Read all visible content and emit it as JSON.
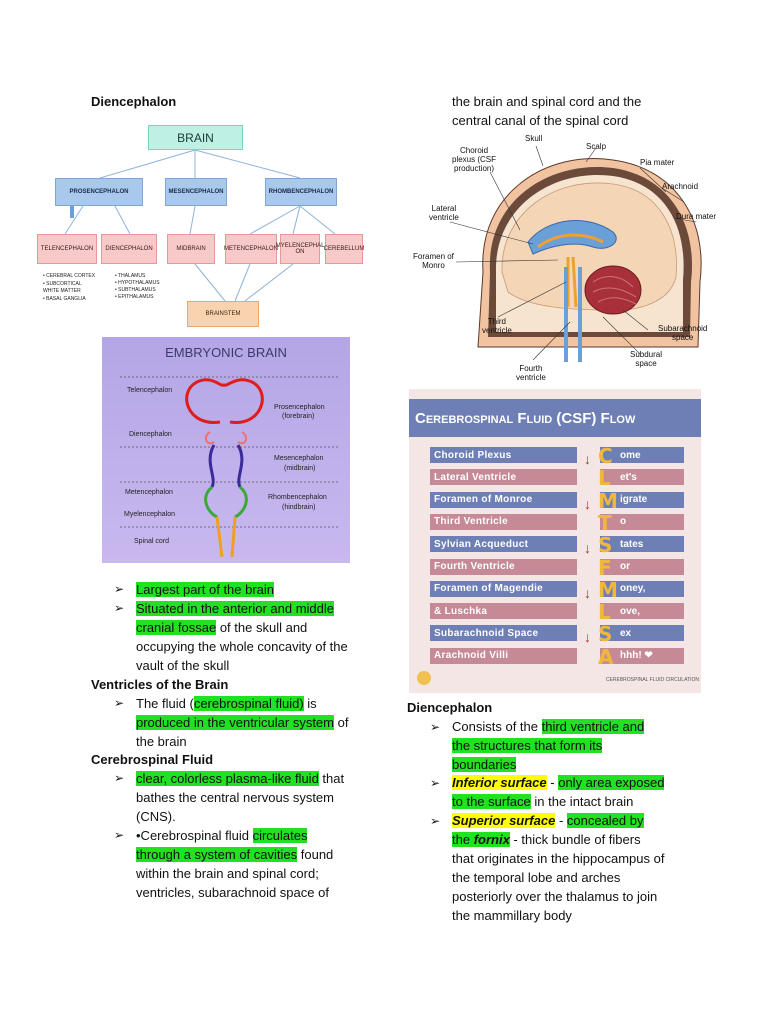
{
  "left": {
    "diencephalon_heading": "Diencephalon",
    "brain_diagram": {
      "root": "BRAIN",
      "level1": [
        "PROSENCEPHALON",
        "MESENCEPHALON",
        "RHOMBENCEPHALON"
      ],
      "level2": [
        "TELENCEPHALON",
        "DIENCEPHALON",
        "MIDBRAIN",
        "METENCEPHALON",
        "MYELENCEPHAL ON",
        "CEREBELLUM"
      ],
      "brainstem": "BRAINSTEM",
      "tel_items": [
        "CEREBRAL CORTEX",
        "SUBCORTICAL WHITE MATTER",
        "BASAL GANGLIA"
      ],
      "dien_items": [
        "THALAMUS",
        "HYPOTHALAMUS",
        "SUBTHALAMUS",
        "EPITHALAMUS"
      ]
    },
    "embryonic": {
      "title": "EMBRYONIC BRAIN",
      "telencephalon": "Telencephalon",
      "diencephalon": "Diencephalon",
      "prosencephalon": "Prosencephalon",
      "prosencephalon_sub": "(forebrain)",
      "mesencephalon": "Mesencephalon",
      "mesencephalon_sub": "(midbrain)",
      "metencephalon": "Metencephalon",
      "myelencephalon": "Myelencephalon",
      "rhombencephalon": "Rhombencephalon",
      "rhombencephalon_sub": "(hindbrain)",
      "spinal_cord": "Spinal cord"
    },
    "bullets1": {
      "b1_hl": "Largest part of the brain",
      "b2_hl": "Situated in the anterior and middle",
      "b2_hl2": "cranial fossae",
      "b2_rest": " of the skull and",
      "b2_line3": "occupying the whole concavity of the",
      "b2_line4": "vault of the skull"
    },
    "ventricles_heading": "Ventricles of the Brain",
    "ventricles": {
      "pre": "The fluid (",
      "hl1": "cerebrospinal fluid)",
      "post": " is",
      "hl2": "produced in the ventricular system",
      "post2": " of",
      "line3": "the brain"
    },
    "csf_heading": "Cerebrospinal Fluid",
    "csf_b1": {
      "hl": "clear, colorless plasma-like fluid",
      "rest": " that",
      "line2": "bathes the central nervous system",
      "line3": "(CNS)."
    },
    "csf_b2": {
      "pre": "•Cerebrospinal fluid ",
      "hl": "circulates",
      "hl2": "through a system of cavities",
      "rest": " found",
      "line3": "within the brain and spinal cord;",
      "line4": "ventricles, subarachnoid space of"
    }
  },
  "right": {
    "top_line1": "the brain and spinal cord and the",
    "top_line2": "central canal of the spinal cord",
    "anatomy_labels": {
      "skull": "Skull",
      "scalp": "Scalp",
      "choroid": "Choroid",
      "choroid2": "plexus (CSF",
      "choroid3": "production)",
      "pia": "Pia mater",
      "arachnoid": "Arachnoid",
      "dura": "Dura mater",
      "lateral": "Lateral",
      "lateral2": "ventricle",
      "foramen": "Foramen of",
      "foramen2": "Monro",
      "third": "Third",
      "third2": "ventricle",
      "fourth": "Fourth",
      "fourth2": "ventricle",
      "subarach": "Subarachnoid",
      "subarach2": "space",
      "subdural": "Subdural",
      "subdural2": "space"
    },
    "csf_flow": {
      "title": "Cerebrospinal Fluid (CSF) Flow",
      "rows": [
        {
          "left": "Choroid Plexus",
          "letter": "C",
          "right": "ome"
        },
        {
          "left": "Lateral Ventricle",
          "letter": "L",
          "right": "et's"
        },
        {
          "left": "Foramen of Monroe",
          "letter": "M",
          "right": "igrate"
        },
        {
          "left": "Third Ventricle",
          "letter": "T",
          "right": "o"
        },
        {
          "left": "Sylvian Acqueduct",
          "letter": "S",
          "right": "tates"
        },
        {
          "left": "Fourth Ventricle",
          "letter": "F",
          "right": "or"
        },
        {
          "left": "Foramen of Magendie",
          "letter": "M",
          "right": "oney,"
        },
        {
          "left": "& Luschka",
          "letter": "L",
          "right": "ove,"
        },
        {
          "left": "Subarachnoid Space",
          "letter": "S",
          "right": "ex"
        },
        {
          "left": "Arachnoid Villi",
          "letter": "A",
          "right": "hhh! ❤"
        }
      ],
      "footer": "CEREBROSPINAL FLUID CIRCULATION"
    },
    "dien_heading": "Diencephalon",
    "d1": {
      "pre": "Consists of the ",
      "hl": "third ventricle and",
      "hl2": "the structures that form its",
      "hl3": "boundaries"
    },
    "d2": {
      "label": "Inferior surface",
      "dash": " - ",
      "hl": "only area exposed",
      "hl2": "to the surface",
      "rest": " in the intact brain"
    },
    "d3": {
      "label": "Superior surface",
      "dash": " - ",
      "hl": "concealed by",
      "hl2_pre": "the ",
      "hl2_b": "fornix",
      "rest": " - thick bundle of fibers",
      "line3": "that originates in the hippocampus of",
      "line4": "the temporal lobe and arches",
      "line5": "posteriorly over the thalamus to join",
      "line6": "the mammillary body"
    }
  }
}
